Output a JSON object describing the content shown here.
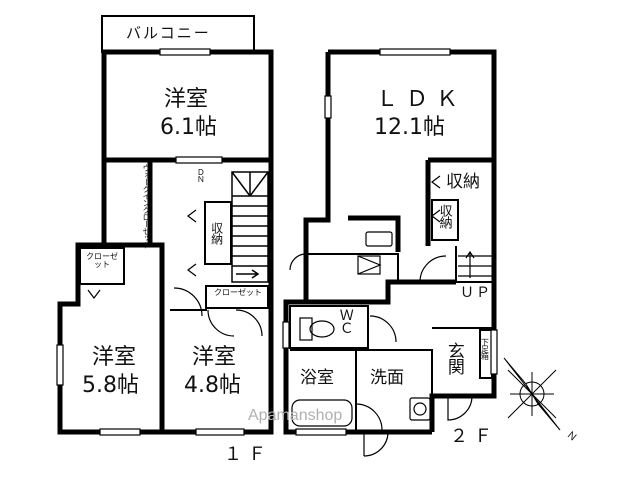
{
  "rooms": {
    "balcony": "バルコニー",
    "western1": "洋室",
    "western1_size": "6.1帖",
    "walkin": "ウォークインクローゼット",
    "closet1": "クローゼット",
    "closet2": "クローゼット",
    "western2": "洋室",
    "western2_size": "5.8帖",
    "western3": "洋室",
    "western3_size": "4.8帖",
    "storage_upper": "収納",
    "ldk": "ＬＤＫ",
    "ldk_size": "12.1帖",
    "storage1": "収納",
    "storage2": "収納",
    "wc": "ＷＣ",
    "bath": "浴室",
    "wash": "洗面",
    "entrance": "玄関",
    "shoebox": "下足箱"
  },
  "stairs": {
    "down": "ＤＮ",
    "up": "ＵＰ"
  },
  "floors": {
    "first": "１Ｆ",
    "second": "２Ｆ"
  },
  "watermark": "Apamanshop",
  "compass_label": "Ｎ"
}
